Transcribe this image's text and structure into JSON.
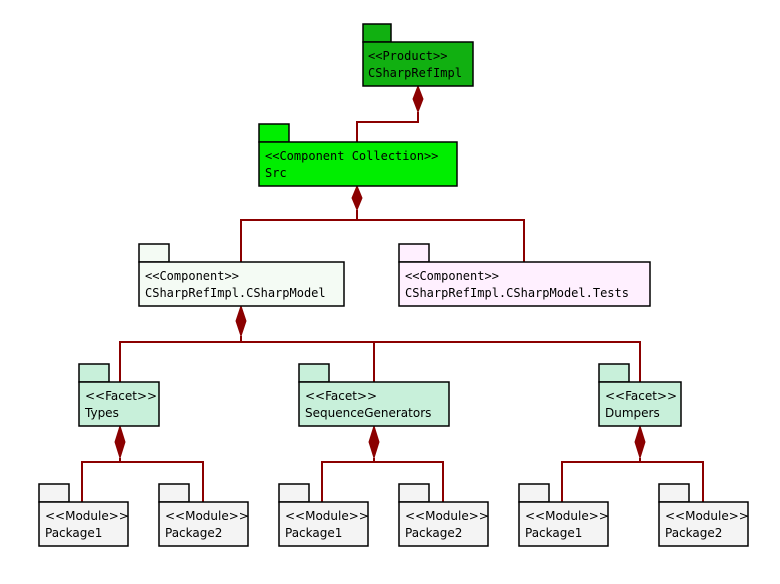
{
  "colors": {
    "product": "#11b011",
    "collection": "#00ee00",
    "component_model": "#f4fbf4",
    "component_tests": "#fff0ff",
    "facet": "#c8f0da",
    "module": "#f4f4f4",
    "edge": "#8b0000"
  },
  "nodes": {
    "product": {
      "stereotype": "<<Product>>",
      "name": "CSharpRefImpl"
    },
    "src": {
      "stereotype": "<<Component Collection>>",
      "name": "Src"
    },
    "model": {
      "stereotype": "<<Component>>",
      "name": "CSharpRefImpl.CSharpModel"
    },
    "tests": {
      "stereotype": "<<Component>>",
      "name": "CSharpRefImpl.CSharpModel.Tests"
    },
    "types": {
      "stereotype": "<<Facet>>",
      "name": "Types"
    },
    "seqgen": {
      "stereotype": "<<Facet>>",
      "name": "SequenceGenerators"
    },
    "dumpers": {
      "stereotype": "<<Facet>>",
      "name": "Dumpers"
    },
    "types_p1": {
      "stereotype": "<<Module>>",
      "name": "Package1"
    },
    "types_p2": {
      "stereotype": "<<Module>>",
      "name": "Package2"
    },
    "seqgen_p1": {
      "stereotype": "<<Module>>",
      "name": "Package1"
    },
    "seqgen_p2": {
      "stereotype": "<<Module>>",
      "name": "Package2"
    },
    "dumpers_p1": {
      "stereotype": "<<Module>>",
      "name": "Package1"
    },
    "dumpers_p2": {
      "stereotype": "<<Module>>",
      "name": "Package2"
    }
  }
}
